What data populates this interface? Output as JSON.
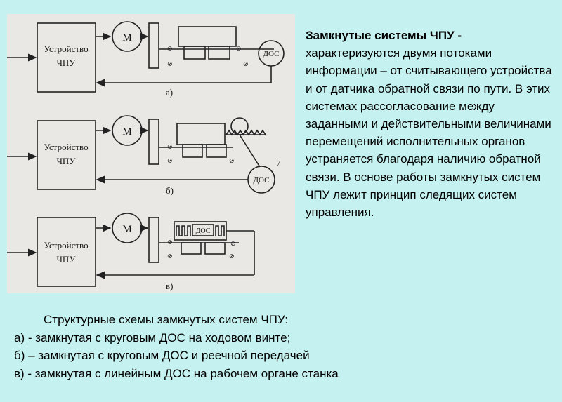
{
  "description": {
    "title": "Замкнутые системы ЧПУ -",
    "body": "характеризуются двумя потоками информации – от считывающего устройства и от датчика обратной связи по пути. В этих системах рассогласование между заданными и действительными величинами перемещений исполнительных органов устраняется благодаря наличию обратной связи. В основе работы замкнутых систем ЧПУ лежит принцип следящих систем управления."
  },
  "caption": {
    "heading": "Структурные схемы замкнутых систем ЧПУ:",
    "items": [
      "а) - замкнутая с круговым ДОС на ходовом винте;",
      "б) – замкнутая с круговым ДОС и реечной передачей",
      "в) -  замкнутая с линейным ДОС на рабочем органе станка"
    ]
  },
  "diagram": {
    "schemes": [
      {
        "device_line1": "Устройство",
        "device_line2": "ЧПУ",
        "motor": "М",
        "sensor": "ДОС",
        "label": "а)"
      },
      {
        "device_line1": "Устройство",
        "device_line2": "ЧПУ",
        "motor": "М",
        "sensor": "ДОС",
        "label": "б)",
        "mark": "7"
      },
      {
        "device_line1": "Устройство",
        "device_line2": "ЧПУ",
        "motor": "М",
        "sensor": "ДОС",
        "label": "в)"
      }
    ]
  }
}
